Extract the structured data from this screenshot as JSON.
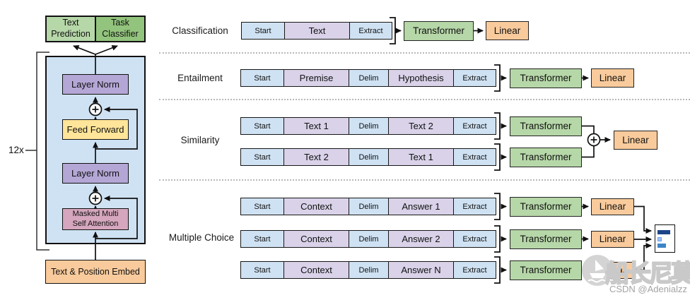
{
  "figure": {
    "description_labels": {
      "repeat_count": "12x",
      "plus": "+"
    },
    "model": {
      "text_prediction": "Text Prediction",
      "task_classifier": "Task Classifier",
      "layer_norm_top": "Layer Norm",
      "feed_forward": "Feed Forward",
      "layer_norm_bottom": "Layer Norm",
      "masked_attention": "Masked Multi Self Attention",
      "embed": "Text & Position Embed"
    },
    "labels": {
      "transformer": "Transformer",
      "linear": "Linear"
    },
    "tasks": [
      {
        "name": "Classification",
        "rows": [
          {
            "tokens": [
              "Start",
              "Text",
              "Extract"
            ]
          }
        ]
      },
      {
        "name": "Entailment",
        "rows": [
          {
            "tokens": [
              "Start",
              "Premise",
              "Delim",
              "Hypothesis",
              "Extract"
            ]
          }
        ]
      },
      {
        "name": "Similarity",
        "rows": [
          {
            "tokens": [
              "Start",
              "Text 1",
              "Delim",
              "Text 2",
              "Extract"
            ]
          },
          {
            "tokens": [
              "Start",
              "Text 2",
              "Delim",
              "Text 1",
              "Extract"
            ]
          }
        ]
      },
      {
        "name": "Multiple Choice",
        "rows": [
          {
            "tokens": [
              "Start",
              "Context",
              "Delim",
              "Answer 1",
              "Extract"
            ]
          },
          {
            "tokens": [
              "Start",
              "Context",
              "Delim",
              "Answer 2",
              "Extract"
            ]
          },
          {
            "tokens": [
              "Start",
              "Context",
              "Delim",
              "Answer N",
              "Extract"
            ]
          }
        ]
      }
    ],
    "colors": {
      "token_blue": "#cfe2f3",
      "token_purple": "#d9d2e9",
      "transformer_green": "#b6d7a8",
      "classifier_green": "#93c47d",
      "linear_orange": "#f9cb9c",
      "layer_norm_purple": "#b4a7d6",
      "feed_forward_yellow": "#ffe599",
      "attention_pink": "#d5a6bd",
      "container_blue": "#cfe2f3",
      "score_bar_dark": "#1c4587",
      "score_bar_light": "#a4c2f4",
      "score_bar_mid": "#3d85c6"
    }
  },
  "watermark": {
    "brand": "船长尼莫",
    "credit": "CSDN @Adenialzz"
  }
}
